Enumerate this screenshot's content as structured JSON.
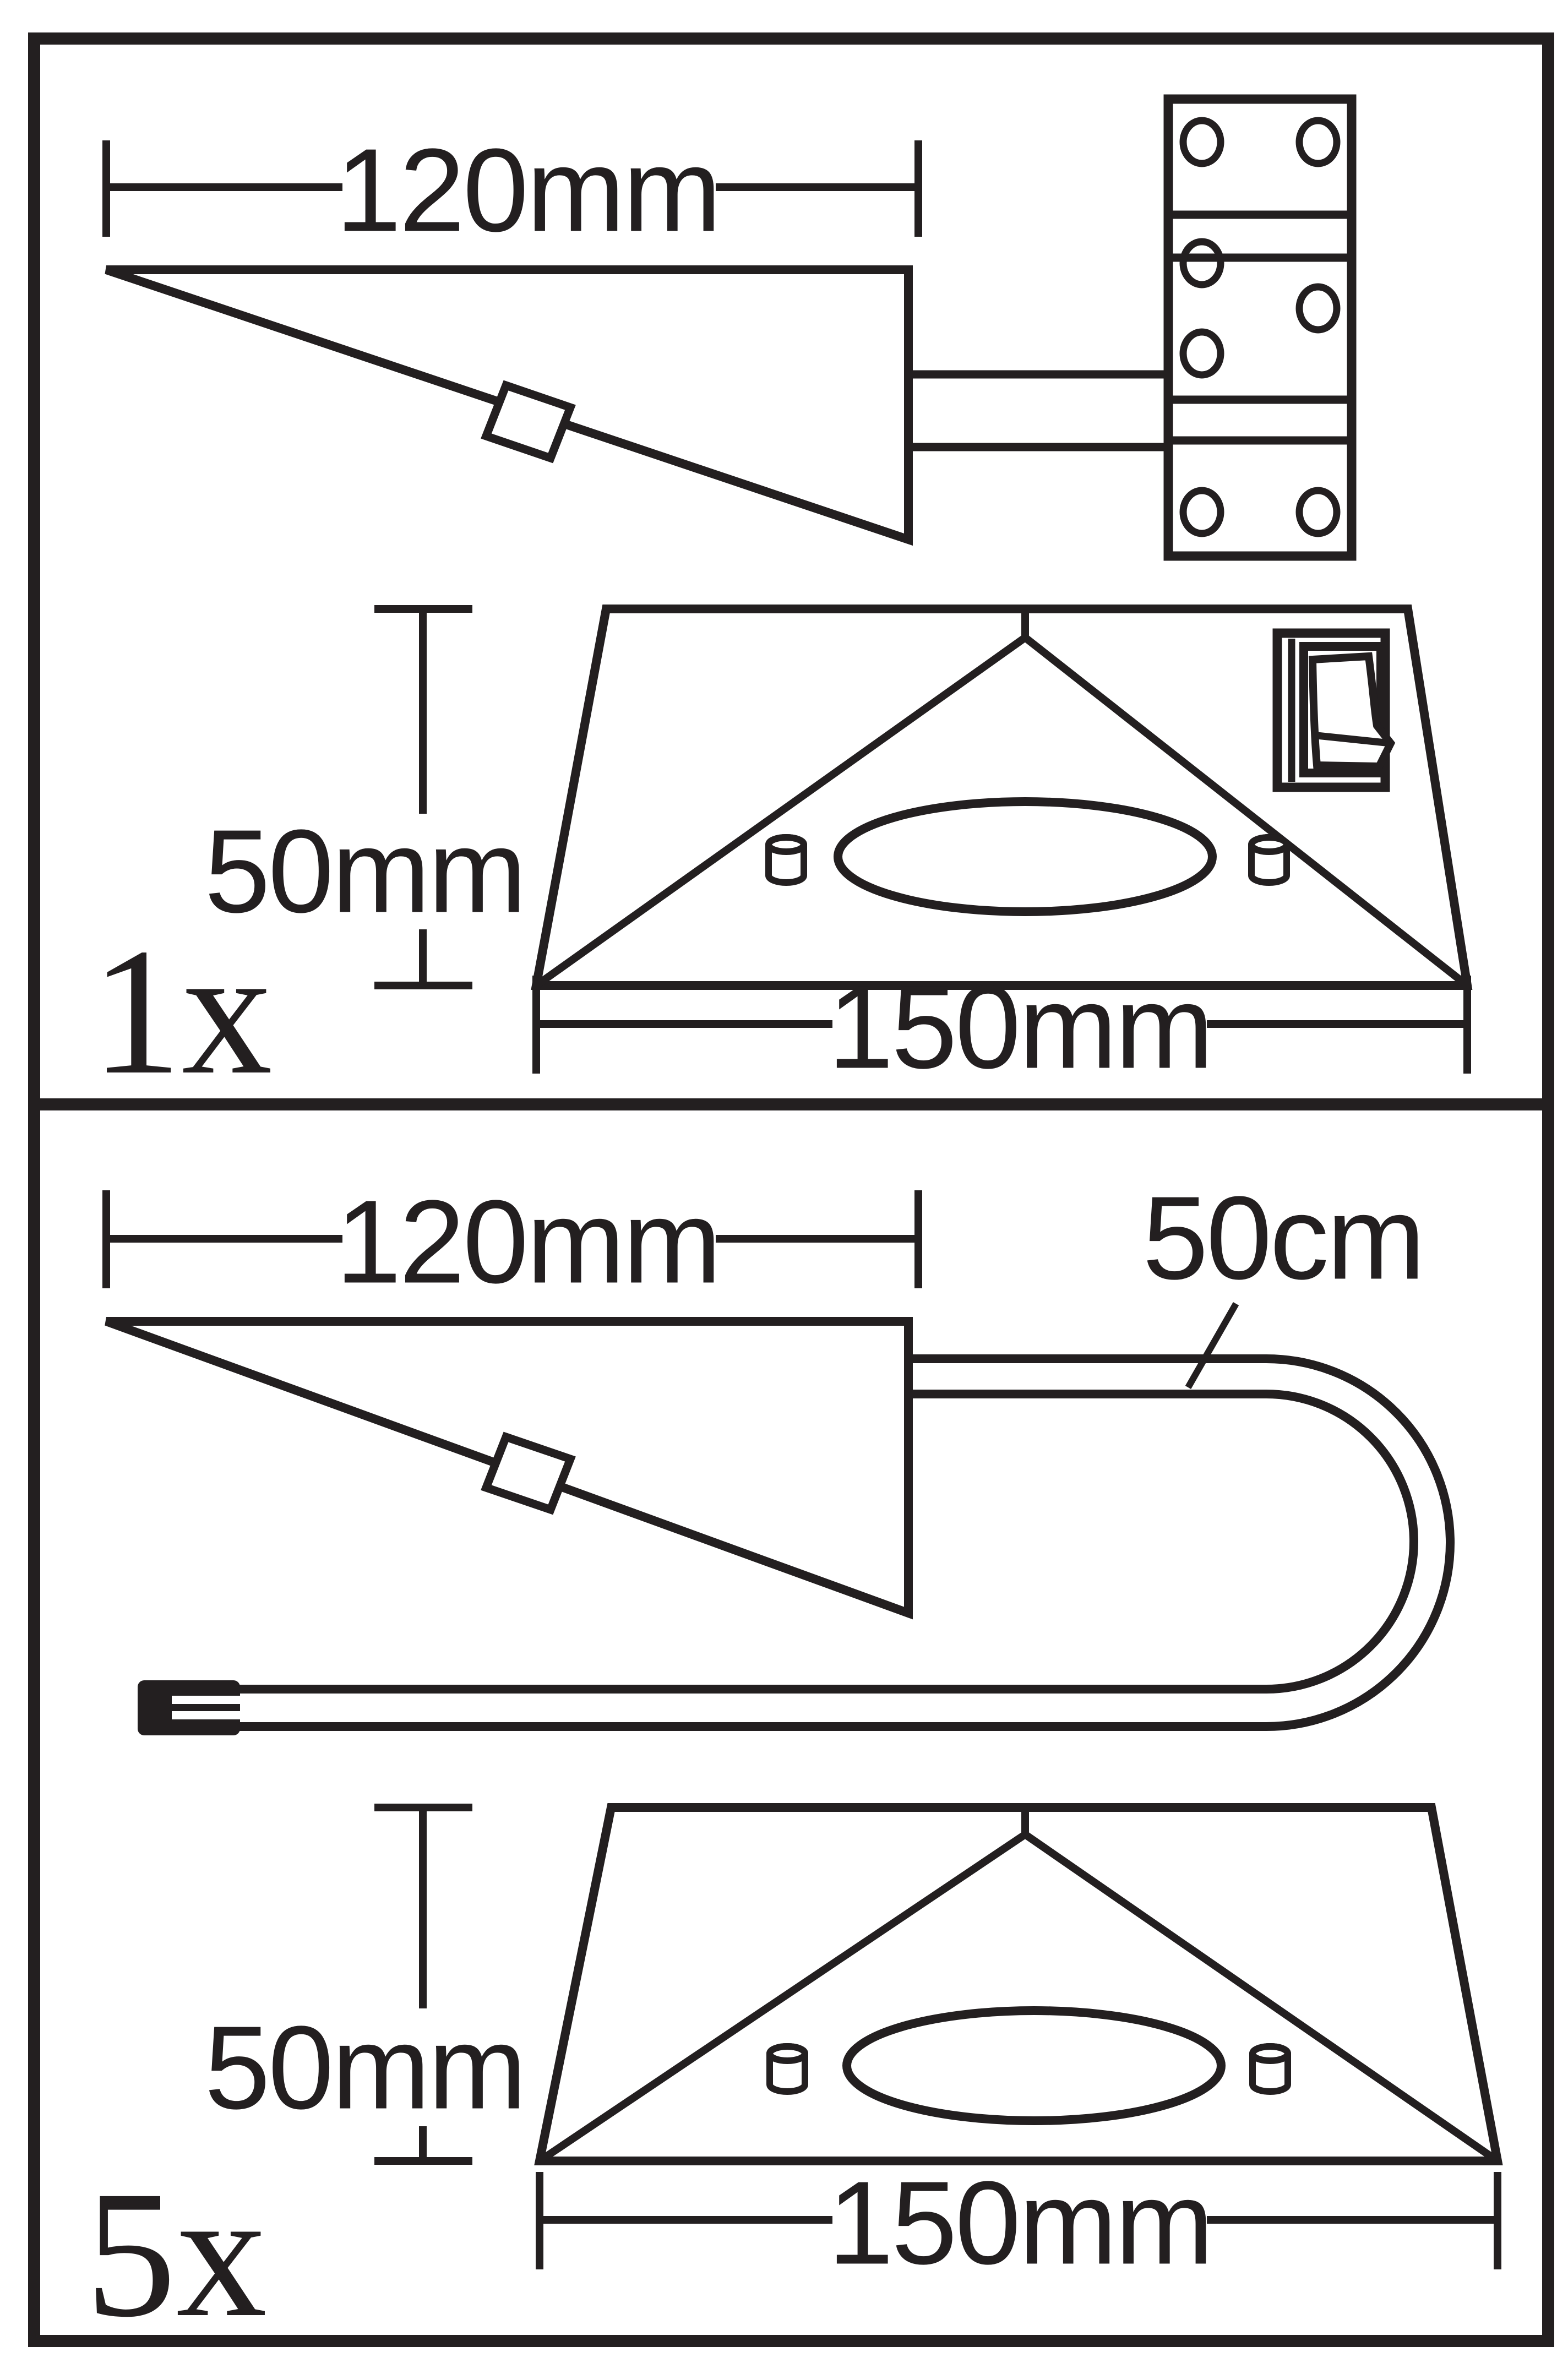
{
  "colors": {
    "ink": "#231f20",
    "background": "#ffffff"
  },
  "panels": [
    {
      "quantity_label": "1x",
      "side_view": {
        "width_dim": "120mm"
      },
      "front_view": {
        "height_dim": "50mm",
        "width_dim": "150mm"
      },
      "has_switch": true
    },
    {
      "quantity_label": "5x",
      "side_view": {
        "width_dim": "120mm"
      },
      "cable": {
        "length_dim": "50cm"
      },
      "front_view": {
        "height_dim": "50mm",
        "width_dim": "150mm"
      },
      "has_switch": false
    }
  ]
}
